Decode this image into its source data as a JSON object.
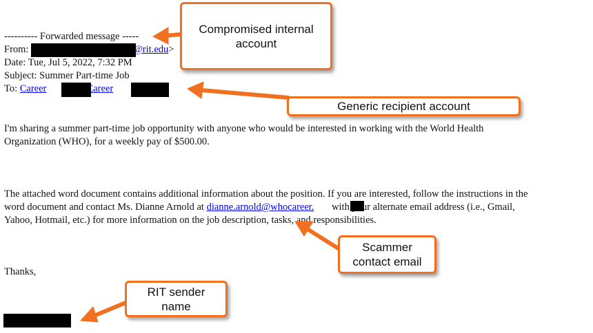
{
  "email": {
    "forwarded": "---------- Forwarded message -----",
    "from_label": "From:",
    "from_domain": "@rit.edu",
    "from_end": ">",
    "date": "Date: Tue, Jul 5, 2022, 7:32 PM",
    "subject": "Subject: Summer Part-time Job",
    "to_label": "To:",
    "to_name": "Career",
    "to_open": "<",
    "to_addr": "Career",
    "to_close": ">",
    "para1_line1": "I'm sharing a summer part-time job opportunity with anyone who would be interested in working with the World Health",
    "para1_line2": "Organization (WHO), for a weekly pay of $500.00.",
    "para2_line1": "The attached word document contains additional information about the position. If you are interested, follow the instructions in the",
    "para2_line2_pre": "word document and contact Ms. Dianne Arnold at",
    "scam_email": "dianne.arnold@whocareer.",
    "para2_line2_post": "with your alternate email address (i.e., Gmail,",
    "para2_line3": "Yahoo, Hotmail, etc.) for more information on the job description, tasks, and responsibilities.",
    "thanks": "Thanks,"
  },
  "annotations": {
    "compromised": "Compromised internal account",
    "generic": "Generic recipient account",
    "scammer": "Scammer contact email",
    "sender": "RIT sender name"
  },
  "colors": {
    "accent": "#f07020",
    "link": "#0000ee"
  }
}
